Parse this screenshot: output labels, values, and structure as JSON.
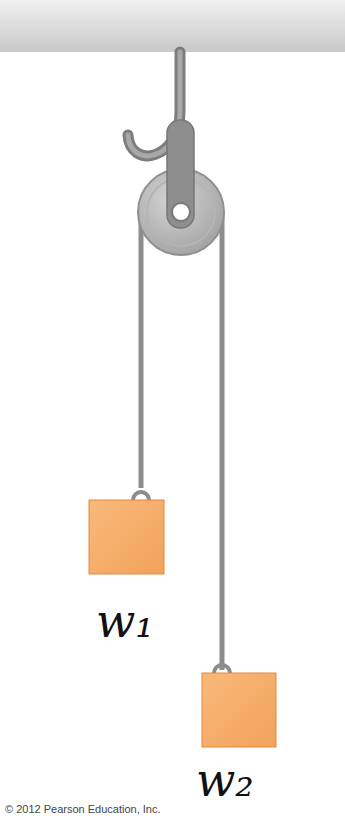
{
  "diagram": {
    "labels": [
      "w₁",
      "w₂",
      "© 2012 Pearson Education, Inc."
    ]
  }
}
